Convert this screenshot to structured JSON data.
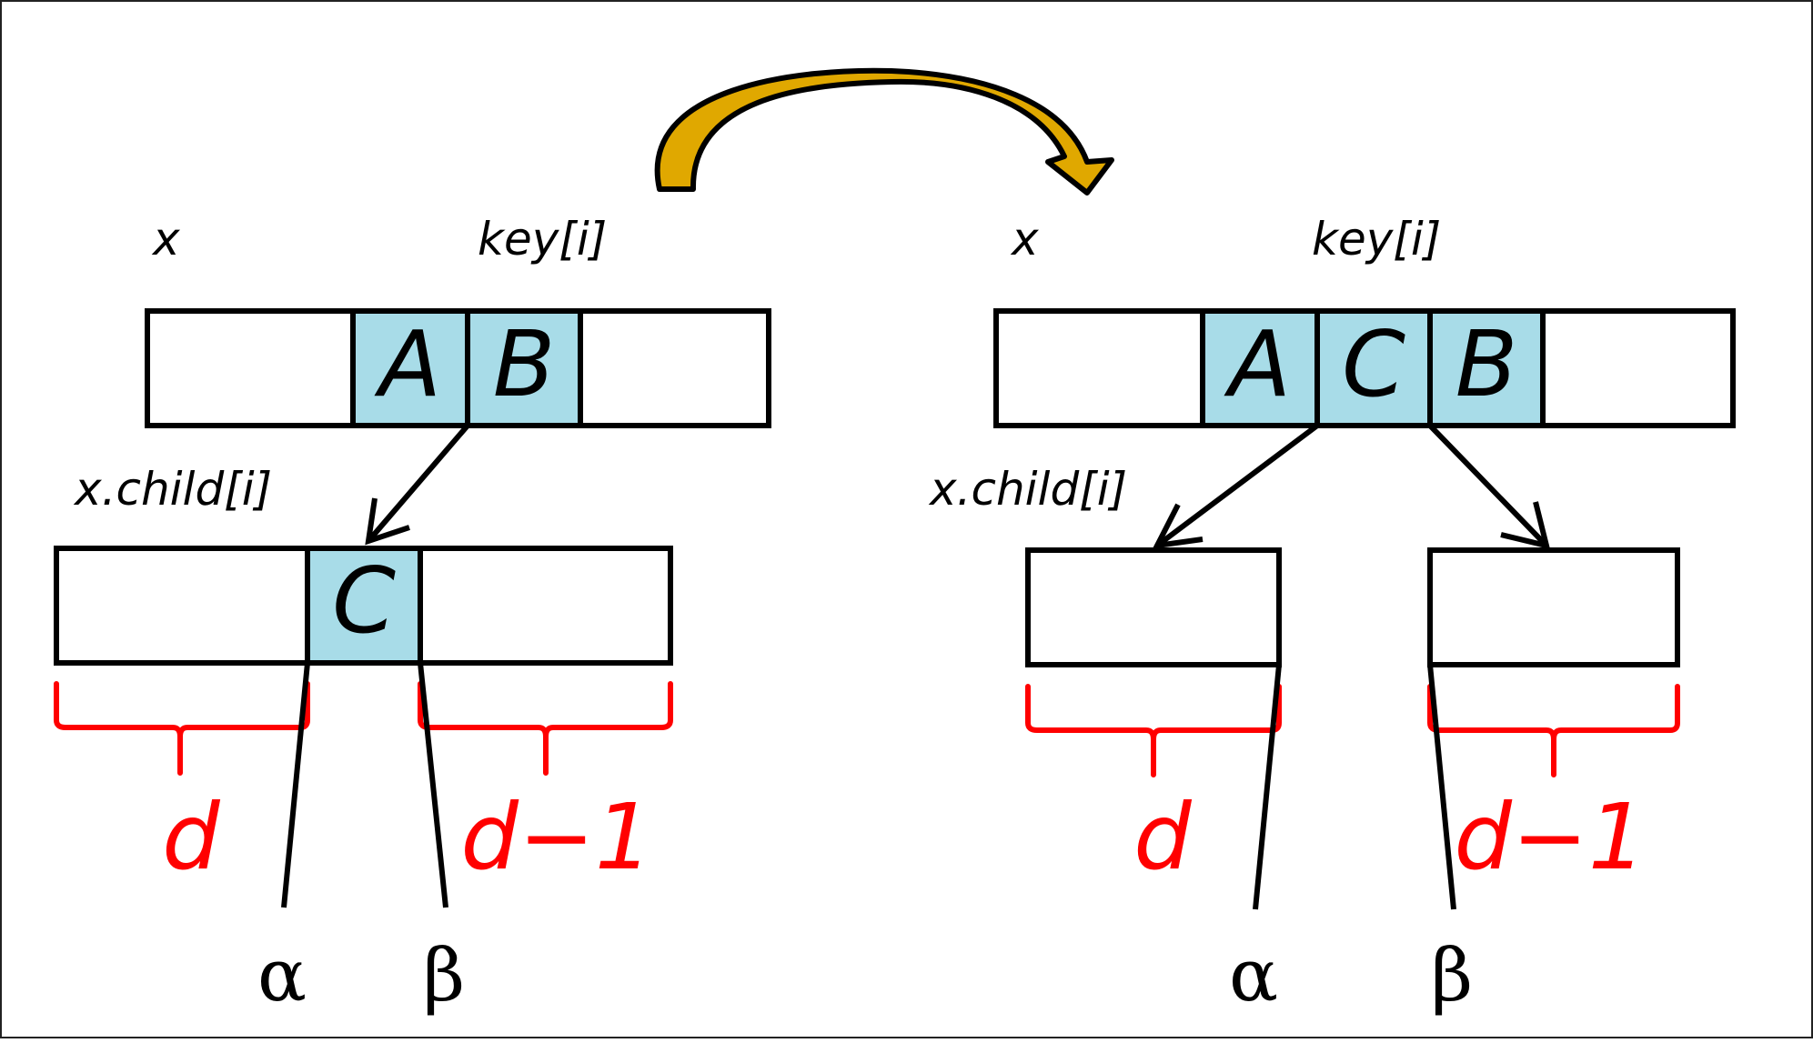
{
  "colors": {
    "highlight": "#a8dce8",
    "brace": "#ff0000",
    "arrow_fill": "#e0a800",
    "arrow_stroke": "#000000"
  },
  "before": {
    "node_label": "x",
    "key_label": "key[i]",
    "child_label": "x.child[i]",
    "parent_keys": [
      "A",
      "B"
    ],
    "child_key": "C",
    "left_subtree_size": "d",
    "right_subtree_size": "d−1",
    "left_pointer": "α",
    "right_pointer": "β"
  },
  "after": {
    "node_label": "x",
    "key_label": "key[i]",
    "child_label": "x.child[i]",
    "parent_keys": [
      "A",
      "C",
      "B"
    ],
    "left_subtree_size": "d",
    "right_subtree_size": "d−1",
    "left_pointer": "α",
    "right_pointer": "β"
  }
}
